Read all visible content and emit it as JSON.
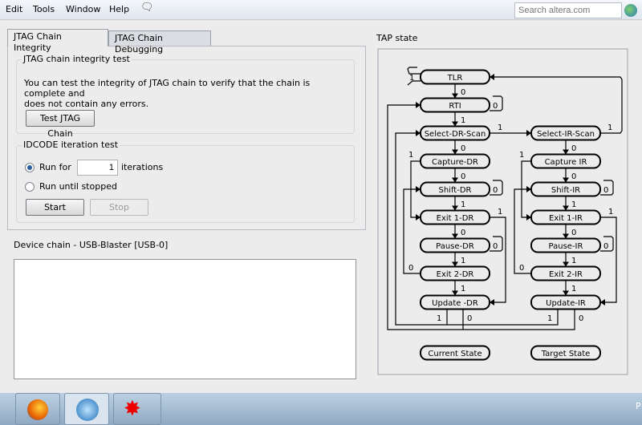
{
  "menu": [
    "Edit",
    "Tools",
    "Window",
    "Help"
  ],
  "search": {
    "placeholder": "Search altera.com"
  },
  "tabs": [
    "JTAG Chain Integrity",
    "JTAG Chain Debugging"
  ],
  "integrity": {
    "title": "JTAG chain integrity test",
    "description_line1": "You can test the integrity of JTAG chain to verify that the chain is complete and",
    "description_line2": "does not contain any errors.",
    "button": "Test JTAG Chain"
  },
  "idcode": {
    "title": "IDCODE iteration test",
    "run_for": "Run for",
    "iterations_value": "1",
    "iterations_label": "iterations",
    "run_until": "Run until stopped",
    "start": "Start",
    "stop": "Stop"
  },
  "device_chain": {
    "title": "Device chain - USB-Blaster [USB-0]"
  },
  "tap": {
    "title": "TAP state",
    "dr": [
      "TLR",
      "RTI",
      "Select-DR-Scan",
      "Capture-DR",
      "Shift-DR",
      "Exit 1-DR",
      "Pause-DR",
      "Exit 2-DR",
      "Update -DR"
    ],
    "ir": [
      "Select-IR-Scan",
      "Capture IR",
      "Shift-IR",
      "Exit 1-IR",
      "Pause-IR",
      "Exit 2-IR",
      "Update-IR"
    ],
    "current_state": "Current State",
    "target_state": "Target State"
  },
  "taskbar": {
    "edge_label": "P"
  }
}
